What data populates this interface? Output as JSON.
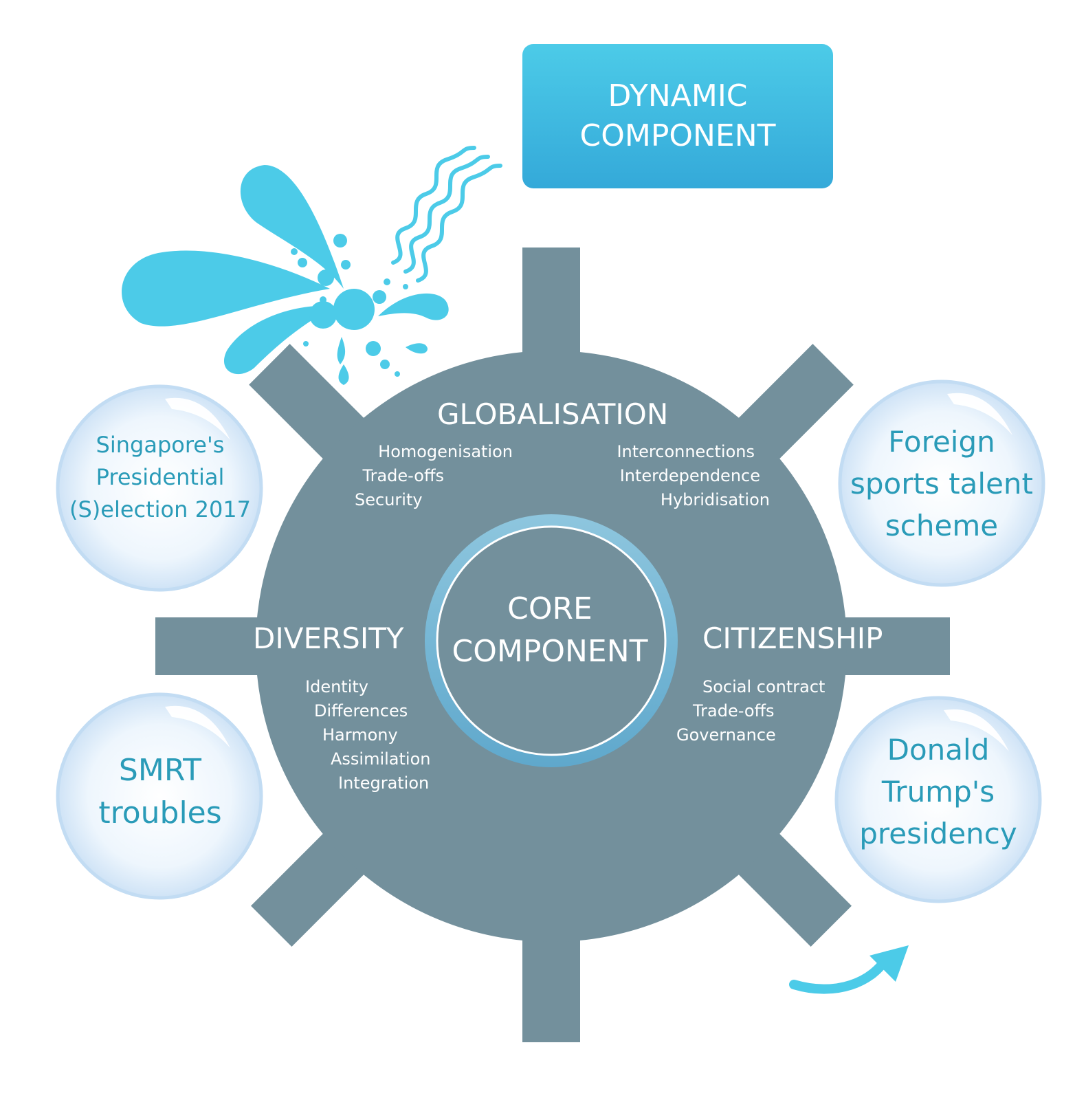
{
  "dynamic_box": {
    "line1": "DYNAMIC",
    "line2": "COMPONENT"
  },
  "core": {
    "line1": "CORE",
    "line2": "COMPONENT"
  },
  "globalisation": {
    "title": "GLOBALISATION",
    "left_items": [
      "Homogenisation",
      "Trade-offs",
      "Security"
    ],
    "right_items": [
      "Interconnections",
      "Interdependence",
      "Hybridisation"
    ]
  },
  "diversity": {
    "title": "DIVERSITY",
    "items": [
      "Identity",
      "Differences",
      "Harmony",
      "Assimilation",
      "Integration"
    ]
  },
  "citizenship": {
    "title": "CITIZENSHIP",
    "items": [
      "Social contract",
      "Trade-offs",
      "Governance"
    ]
  },
  "bubbles": {
    "top_left": [
      "Singapore's",
      "Presidential",
      "(S)election 2017"
    ],
    "bottom_left": [
      "SMRT",
      "troubles"
    ],
    "top_right": [
      "Foreign",
      "sports talent",
      "scheme"
    ],
    "bottom_right": [
      "Donald",
      "Trump's",
      "presidency"
    ]
  },
  "colors": {
    "gear": "#73909c",
    "accent": "#4ccbe8",
    "ring": "#6fb3d2",
    "bubble_text": "#2a9bb8"
  }
}
